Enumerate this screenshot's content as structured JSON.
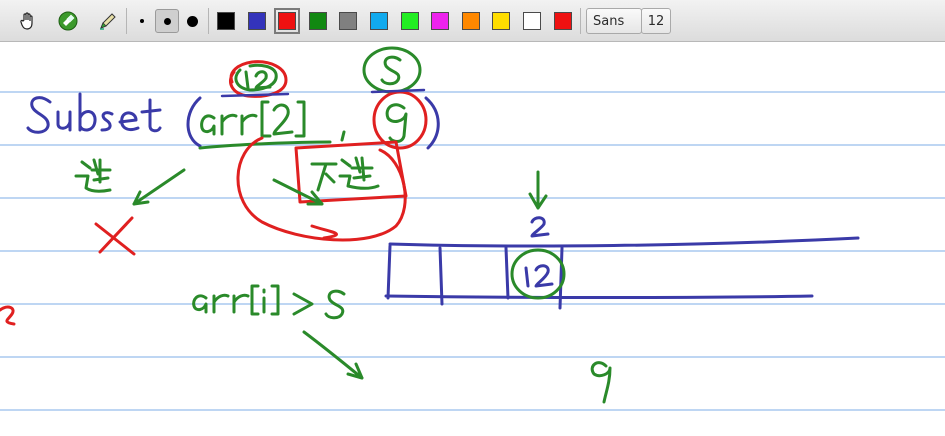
{
  "toolbar": {
    "tools": [
      {
        "name": "hand-tool",
        "icon": "hand-icon"
      },
      {
        "name": "eraser-tool",
        "icon": "eraser-icon"
      },
      {
        "name": "pen-tool",
        "icon": "pen-icon"
      }
    ],
    "pen_sizes": [
      "small",
      "medium",
      "large"
    ],
    "selected_pen_size": "medium",
    "colors": [
      "#000000",
      "#3333bb",
      "#ee1111",
      "#118811",
      "#808080",
      "#11aaee",
      "#22ee22",
      "#ee22ee",
      "#ff8800",
      "#ffdd00",
      "#ffffff",
      "#ee1111"
    ],
    "selected_color_index": 2,
    "font_name": "Sans",
    "font_size": "12"
  },
  "canvas": {
    "rule_color": "#a8c8ef",
    "ink_blue": "#3a3aa8",
    "ink_green": "#2a8a2a",
    "ink_red": "#e02020"
  }
}
